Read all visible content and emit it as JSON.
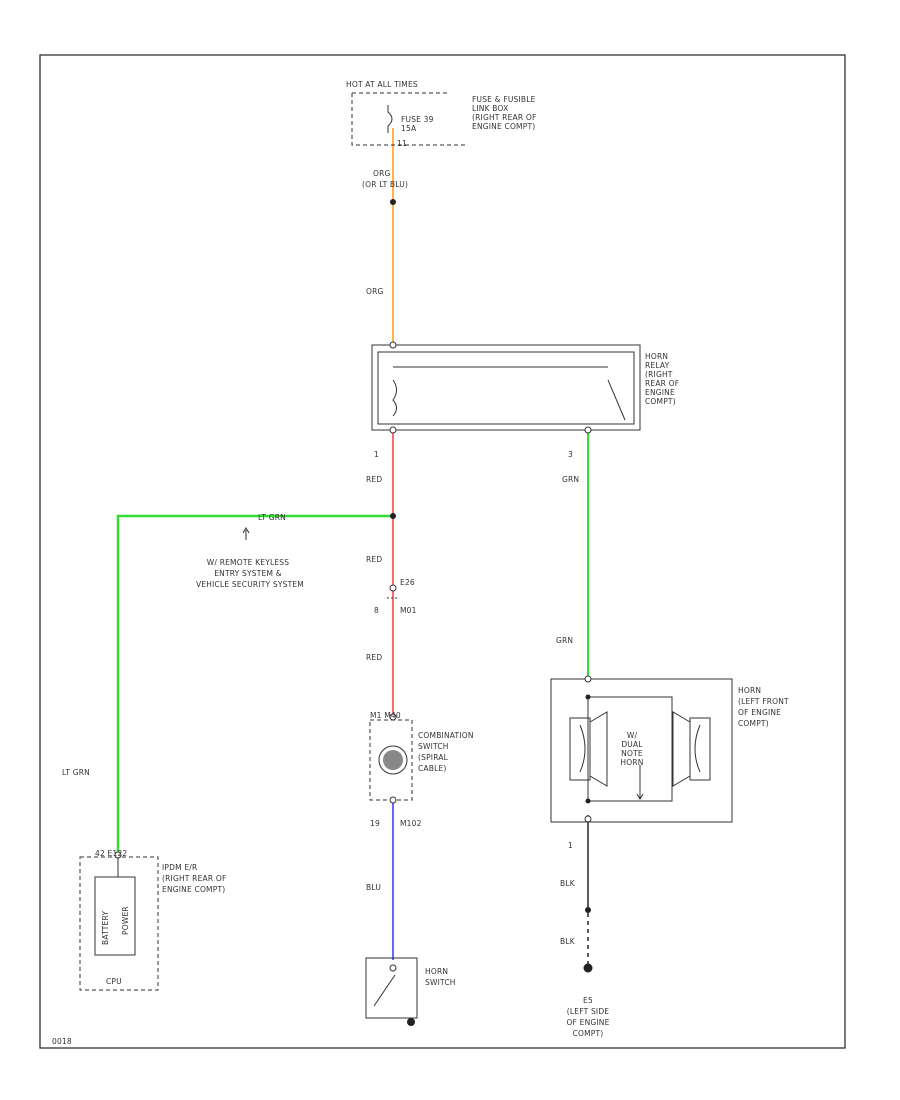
{
  "colors": {
    "orange": "#ffb347",
    "red": "#ff6b6b",
    "green": "#33dd33",
    "blue": "#6666ff",
    "black": "#333333"
  },
  "labels": {
    "hot_at_all_times": "HOT AT ALL TIMES",
    "fuse_box": [
      "FUSE & FUSIBLE",
      "LINK BOX",
      "(RIGHT REAR OF",
      "ENGINE COMPT)"
    ],
    "fuse": [
      "FUSE 39",
      "15A"
    ],
    "fuse_pin": "11",
    "wire_org_top": [
      "ORG",
      "(OR LT BLU)"
    ],
    "wire_org_mid": "ORG",
    "horn_relay": [
      "HORN",
      "RELAY",
      "(RIGHT",
      "REAR OF",
      "ENGINE",
      "COMPT)"
    ],
    "relay_pin_1": "1",
    "relay_pin_3": "3",
    "wire_red_1": "RED",
    "wire_lt_grn_top": "LT GRN",
    "remote_keyless": [
      "W/ REMOTE KEYLESS",
      "ENTRY SYSTEM &",
      "VEHICLE SECURITY SYSTEM"
    ],
    "wire_red_2": "RED",
    "connector_e26": "E26",
    "connector_m01": "M01",
    "pin_8": "8",
    "wire_red_3": "RED",
    "wire_grn_1": "GRN",
    "wire_grn_2": "GRN",
    "comb_switch_pins": "M1  M40",
    "combination_switch": [
      "COMBINATION",
      "SWITCH",
      "(SPIRAL",
      "CABLE)"
    ],
    "pins_19_m102": [
      "19",
      "M102"
    ],
    "wire_blu": "BLU",
    "horn_switch": [
      "HORN",
      "SWITCH"
    ],
    "horn": [
      "HORN",
      "(LEFT FRONT",
      "OF ENGINE",
      "COMPT)"
    ],
    "dual_note_horn": [
      "W/",
      "DUAL",
      "NOTE",
      "HORN"
    ],
    "horn_pin_1": "1",
    "wire_blk_1": "BLK",
    "wire_blk_2": "BLK",
    "ground_e5": [
      "E5",
      "(LEFT SIDE",
      "OF ENGINE",
      "COMPT)"
    ],
    "wire_lt_grn_left": "LT GRN",
    "ipdm_pins": "42  E122",
    "ipdm": [
      "IPDM E/R",
      "(RIGHT REAR OF",
      "ENGINE COMPT)"
    ],
    "ipdm_inner": [
      "BATTERY",
      "POWER"
    ],
    "cpu": "CPU",
    "figure_id": "0018"
  }
}
